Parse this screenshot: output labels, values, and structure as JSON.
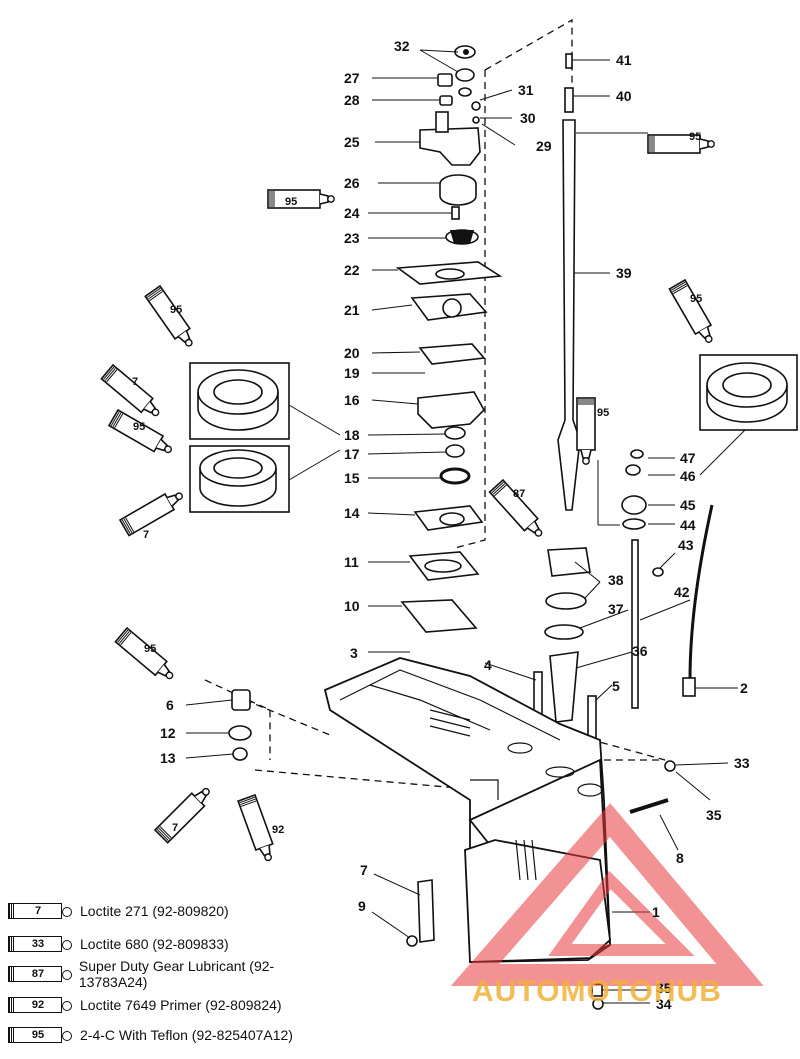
{
  "callouts": {
    "c32": "32",
    "c41": "41",
    "c27": "27",
    "c31": "31",
    "c28": "28",
    "c40": "40",
    "c30": "30",
    "c25": "25",
    "c29": "29",
    "c26": "26",
    "c24": "24",
    "c23": "23",
    "c22": "22",
    "c39": "39",
    "c21": "21",
    "c20": "20",
    "c19": "19",
    "c16": "16",
    "c18": "18",
    "c47": "47",
    "c17": "17",
    "c46": "46",
    "c15": "15",
    "c45": "45",
    "c14": "14",
    "c44": "44",
    "c43": "43",
    "c11": "11",
    "c38": "38",
    "c42": "42",
    "c10": "10",
    "c37": "37",
    "c3": "3",
    "c36": "36",
    "c4": "4",
    "c5": "5",
    "c2": "2",
    "c6": "6",
    "c12": "12",
    "c13": "13",
    "c33": "33",
    "c35": "35",
    "c8": "8",
    "c7": "7",
    "c9": "9",
    "c1": "1",
    "c35b": "35",
    "c34": "34"
  },
  "tubes": {
    "t95_top": "95",
    "t95_26": "95",
    "t95_seal_left": "95",
    "t7_a": "7",
    "t95_b": "95",
    "t7_b": "7",
    "t87": "87",
    "t95_45": "95",
    "t95_right": "95",
    "t95_6": "95",
    "t7_c": "7",
    "t92": "92"
  },
  "legend": [
    {
      "code": "7",
      "text": "Loctite 271 (92-809820)"
    },
    {
      "code": "33",
      "text": "Loctite 680 (92-809833)"
    },
    {
      "code": "87",
      "text": "Super Duty Gear Lubricant (92-13783A24)"
    },
    {
      "code": "92",
      "text": "Loctite 7649 Primer (92-809824)"
    },
    {
      "code": "95",
      "text": "2-4-C  With Teflon (92-825407A12)"
    }
  ],
  "watermark": "AUTOMOTOHUB",
  "colors": {
    "line": "#111111",
    "watermark_red": "#e8383d",
    "watermark_gold": "#f0b23a"
  }
}
